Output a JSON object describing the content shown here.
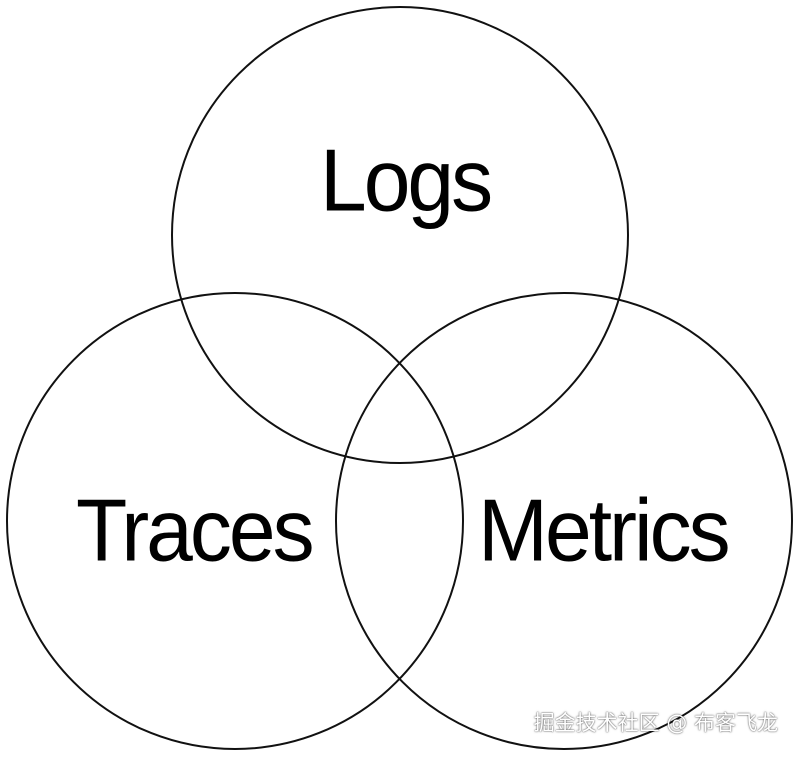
{
  "diagram": {
    "type": "venn",
    "sets": [
      {
        "id": "logs",
        "label": "Logs"
      },
      {
        "id": "traces",
        "label": "Traces"
      },
      {
        "id": "metrics",
        "label": "Metrics"
      }
    ],
    "line_color": "#111111",
    "background": "#ffffff"
  },
  "watermark": {
    "text": "掘金技术社区 @ 布客飞龙"
  }
}
